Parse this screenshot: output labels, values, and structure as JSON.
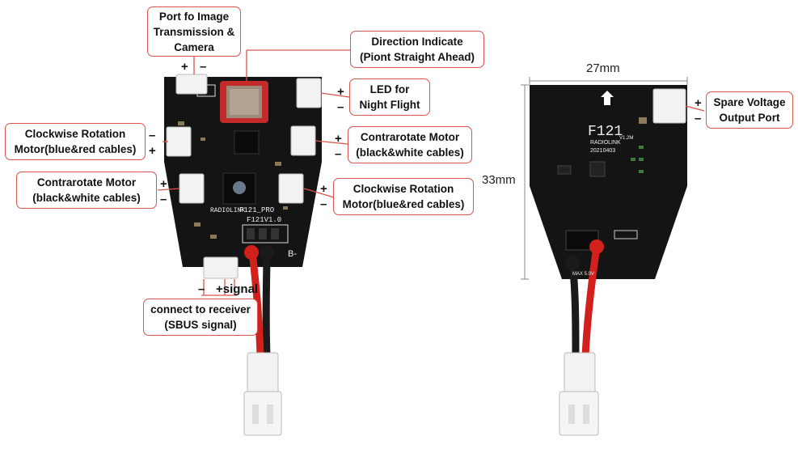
{
  "callouts": {
    "image_port": [
      "Port fo Image",
      "Transmission &",
      "Camera"
    ],
    "direction": [
      "Direction Indicate",
      "(Piont Straight Ahead)"
    ],
    "led": [
      "LED for",
      "Night Flight"
    ],
    "cw_motor_left": [
      "Clockwise Rotation",
      "Motor(blue&red cables)"
    ],
    "ccw_motor_right": [
      "Contrarotate Motor",
      "(black&white cables)"
    ],
    "ccw_motor_left": [
      "Contrarotate Motor",
      "(black&white cables)"
    ],
    "cw_motor_right": [
      "Clockwise Rotation",
      "Motor(blue&red cables)"
    ],
    "receiver": [
      "connect to receiver",
      "(SBUS signal)"
    ],
    "spare_voltage": [
      "Spare Voltage",
      "Output Port"
    ]
  },
  "polarity": {
    "plus": "+",
    "minus": "–",
    "signal": "+signal"
  },
  "board_text": {
    "front_model": "F121_PRO",
    "front_model2": "F121V1.0",
    "front_brand": "RADIOLINK",
    "b_minus": "B-",
    "back_model": "F121",
    "back_brand": "RADIOLINK",
    "back_date": "20210403",
    "back_version": "V1.2M",
    "back_max": "MAX 5.0V"
  },
  "dimensions": {
    "width": "27mm",
    "height": "33mm"
  },
  "colors": {
    "callout_border": "#d9534f",
    "pcb": "#141414",
    "wire_red": "#d2201c",
    "wire_black": "#1a1a1a",
    "connector": "#f2f2f2"
  }
}
